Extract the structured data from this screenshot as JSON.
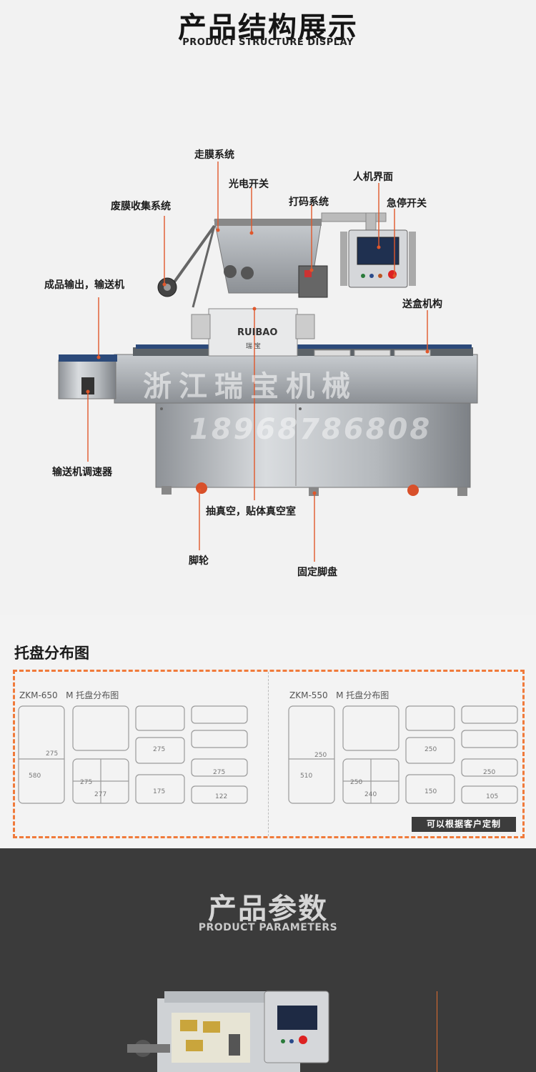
{
  "structure": {
    "title_cn": "产品结构展示",
    "title_en": "PRODUCT STRUCTURE DISPLAY",
    "brand": "RUIBAO",
    "brand_cn": "瑞 宝",
    "watermark_cn": "浙江瑞宝机械",
    "watermark_phone": "18968786808",
    "labels": {
      "film_system": "走膜系统",
      "photo_switch": "光电开关",
      "hmi": "人机界面",
      "coding": "打码系统",
      "estop": "急停开关",
      "waste_film": "废膜收集系统",
      "output": "成品输出，输送机",
      "box_feed": "送盒机构",
      "speed": "输送机调速器",
      "vacuum": "抽真空，贴体真空室",
      "caster": "脚轮",
      "foot": "固定脚盘"
    }
  },
  "tray": {
    "title": "托盘分布图",
    "custom": "可以根据客户定制",
    "left": {
      "model": "ZKM-650",
      "sub": "M 托盘分布图",
      "dims": [
        "580",
        "275",
        "275",
        "277",
        "175",
        "275",
        "275",
        "122"
      ]
    },
    "right": {
      "model": "ZKM-550",
      "sub": "M 托盘分布图",
      "dims": [
        "510",
        "250",
        "250",
        "240",
        "150",
        "250",
        "250",
        "105"
      ]
    }
  },
  "params": {
    "title_cn": "产品参数",
    "title_en": "PRODUCT PARAMETERS"
  },
  "colors": {
    "accent": "#e0572b",
    "dash": "#f07a3a",
    "dark": "#3b3b3b"
  }
}
